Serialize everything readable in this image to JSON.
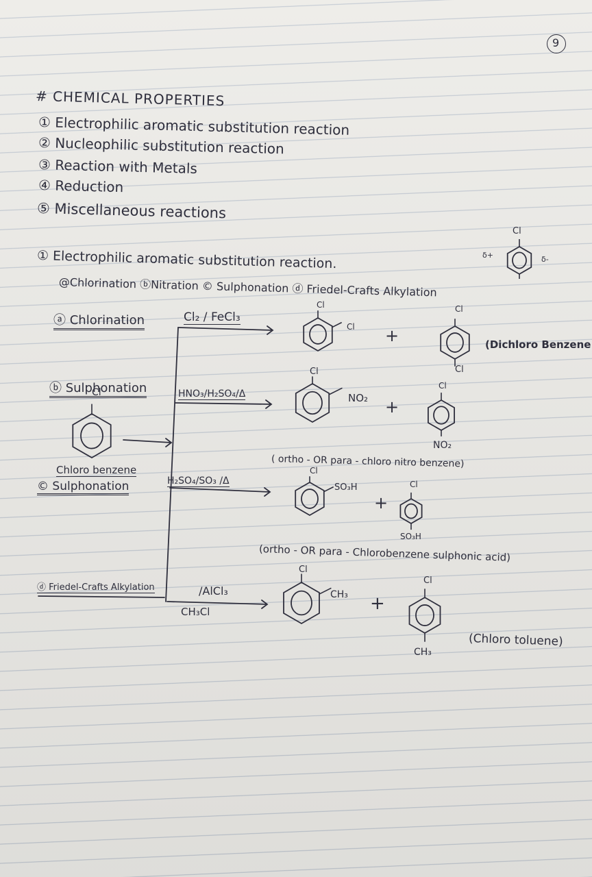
{
  "page_number": "9",
  "heading": "# CHEMICAL PROPERTIES",
  "list": [
    "① Electrophilic aromatic substitution reaction",
    "② Nucleophilic substitution reaction",
    "③ Reaction with Metals",
    "④ Reduction",
    "⑤ Miscellaneous reactions"
  ],
  "section1": {
    "title": "① Electrophilic aromatic substitution reaction.",
    "subtypes": "@Chlorination ⓑNitration © Sulphonation ⓓ Friedel-Crafts Alkylation"
  },
  "start": {
    "label": "Chloro benzene",
    "substituent": "Cl"
  },
  "reactions": {
    "chlorination": {
      "label": "ⓐ Chlorination",
      "reagent": "Cl₂ / FeCl₃",
      "product_note": "(Dichloro Benzene"
    },
    "nitration": {
      "label": "ⓑ Sulphonation",
      "reagent": "HNO₃/H₂SO₄/Δ",
      "group": "NO₂",
      "product_note": "( ortho - OR para - chloro nitro benzene)"
    },
    "sulphonation": {
      "label": "© Sulphonation",
      "reagent": "H₂SO₄/SO₃ /Δ",
      "group": "SO₃H",
      "product_note": "(ortho - OR para - Chlorobenzene sulphonic acid)"
    },
    "friedel": {
      "label": "ⓓ Friedel-Crafts Alkylation",
      "reagent_top": "/AlCl₃",
      "reagent_bottom": "CH₃Cl",
      "group": "CH₃",
      "product_note": "(Chloro toluene)"
    }
  },
  "symbols": {
    "cl": "Cl",
    "plus": "+",
    "delta_plus": "δ+",
    "delta_minus": "δ-"
  },
  "colors": {
    "ink": "#2f2f3d",
    "paper": "#ecebe7",
    "rule": "#7888aa"
  }
}
